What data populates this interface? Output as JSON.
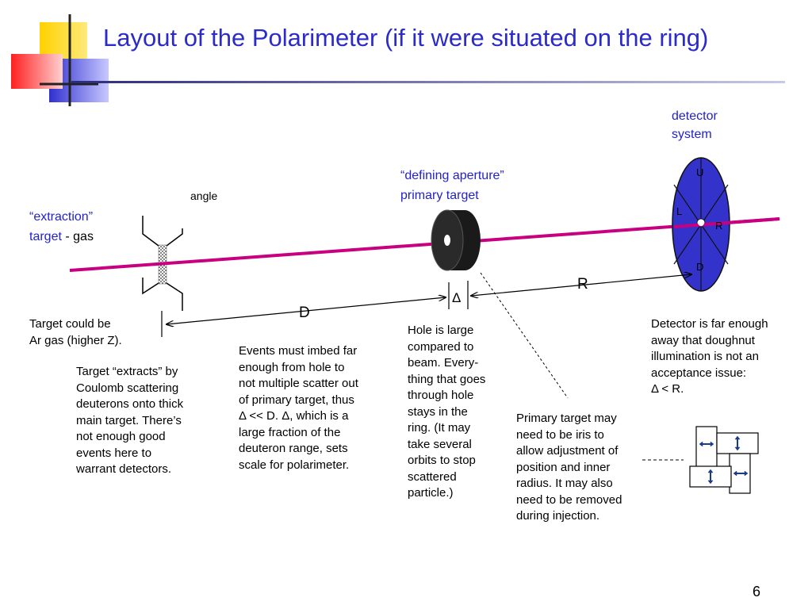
{
  "slide": {
    "title": "Layout of the Polarimeter (if it were situated on the ring)",
    "page_number": "6"
  },
  "labels": {
    "angle": "angle",
    "extraction_line1": "“extraction”",
    "extraction_target": "target",
    "extraction_gas": " - gas",
    "aperture_line1": "“defining aperture”",
    "aperture_line2": "primary target",
    "detector_line1": "detector",
    "detector_line2": "system",
    "quadrant_u": "U",
    "quadrant_l": "L",
    "quadrant_r": "R",
    "quadrant_d": "D",
    "dim_delta": "Δ",
    "dim_r": "R",
    "dim_d": "D"
  },
  "notes": {
    "target_gas": [
      "Target could be",
      "Ar gas (higher Z)."
    ],
    "target_extracts": [
      "Target “extracts” by",
      "Coulomb scattering",
      "deuterons onto thick",
      "main target.  There’s",
      "not enough good",
      "events here to",
      "warrant detectors."
    ],
    "events_imbed": [
      "Events must imbed far",
      "enough from hole to",
      "not multiple scatter out",
      "of primary target, thus",
      "Δ << D.  Δ, which is a",
      "large fraction of the",
      "deuteron range, sets",
      "scale for polarimeter."
    ],
    "hole_large": [
      "Hole is large",
      "compared to",
      "beam.  Every-",
      "thing that goes",
      "through hole",
      "stays in the",
      "ring.  (It may",
      "take several",
      "orbits to stop",
      "scattered",
      "particle.)"
    ],
    "primary_iris": [
      "Primary target may",
      "need to be iris to",
      "allow adjustment of",
      "position and inner",
      "radius.  It may also",
      "need to be removed",
      "during injection."
    ],
    "detector_far": [
      "Detector is far enough",
      "away that doughnut",
      "illumination is not an",
      "acceptance issue:",
      "Δ < R."
    ]
  },
  "colors": {
    "title": "#2b2bc8",
    "beam": "#c8007f",
    "detector_fill": "#3333cc",
    "label_blue": "#2222cc",
    "deco_yellow": "#ffd200",
    "deco_red": "#ff3b3b",
    "deco_blue": "#3b3bd6"
  }
}
